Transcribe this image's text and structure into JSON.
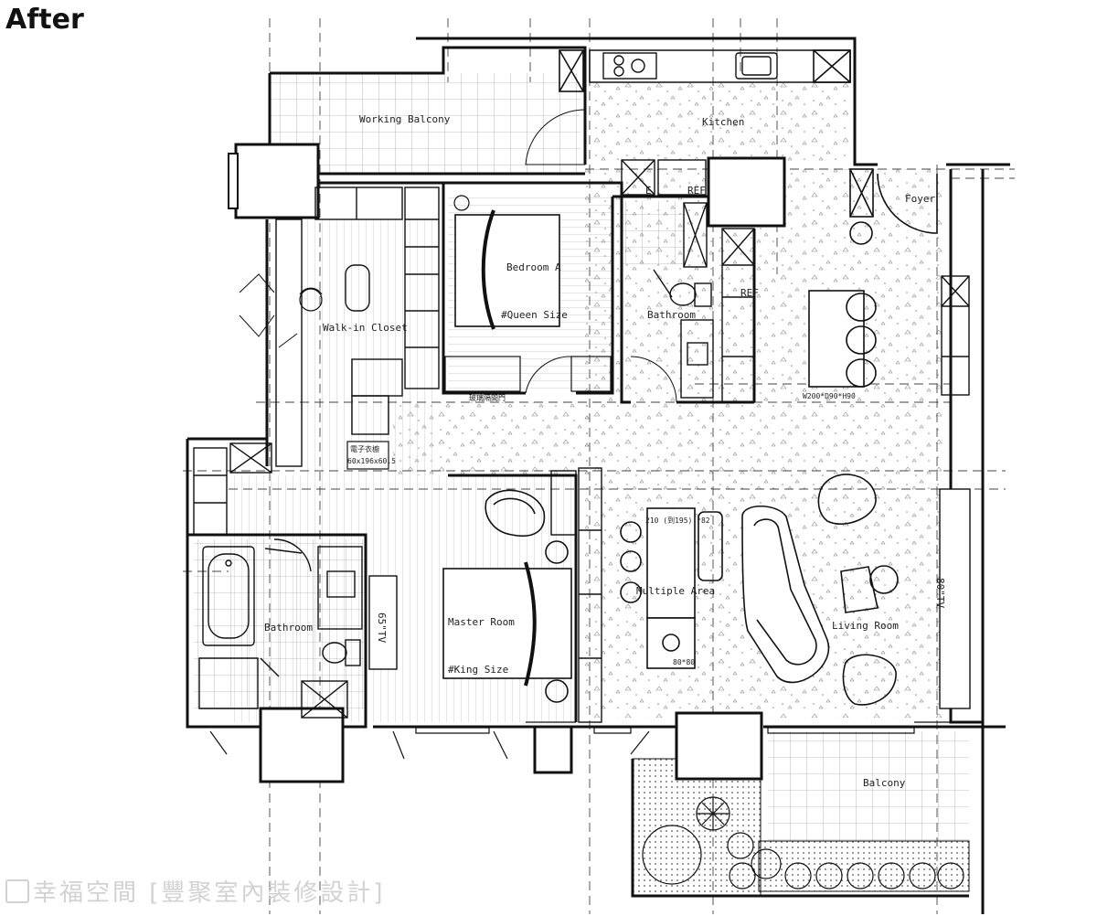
{
  "heading": "After",
  "rooms": {
    "working_balcony": "Working Balcony",
    "kitchen": "Kitchen",
    "foyer": "Foyer",
    "walk_in_closet": "Walk-in Closet",
    "bedroom_a": "Bedroom A",
    "queen_size": "#Queen Size",
    "bathroom_top": "Bathroom",
    "bathroom_left": "Bathroom",
    "master_room": "Master Room",
    "king_size": "#King Size",
    "multiple_area": "Multiple Area",
    "living_room": "Living Room",
    "balcony": "Balcony"
  },
  "annotations": {
    "ref_top": "REF",
    "ref_mid": "REF",
    "e_mark": "E",
    "island_dims": "W200*D90*H90",
    "table_dims": "210 (到195) *82",
    "side_table_dims": "80*80",
    "tv_65": "65\"TV",
    "tv_80": "80\"TV",
    "e_wardrobe": "電子衣櫥",
    "e_wardrobe_dims": "60x196x60.5",
    "partition_note": "玻璃隔間門"
  },
  "watermark": {
    "brand": "幸福空間",
    "designer": "[豐聚室內裝修設計]"
  }
}
